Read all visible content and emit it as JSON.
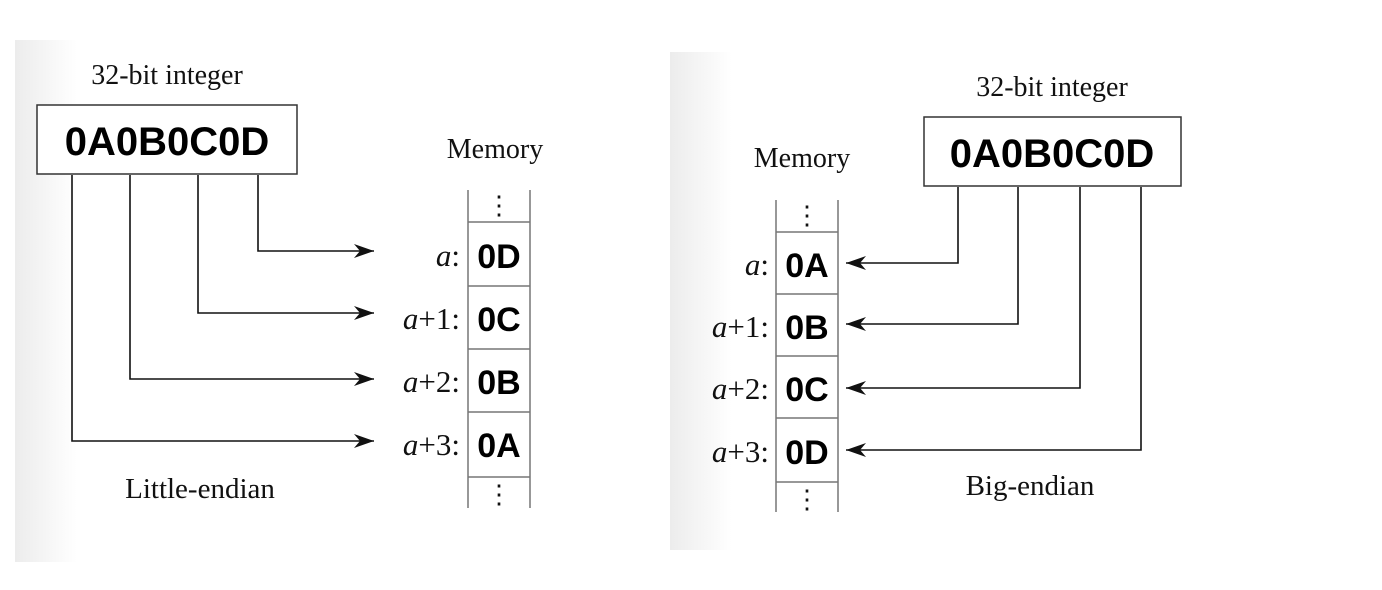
{
  "panels": [
    {
      "id": "little",
      "int_label": "32-bit integer",
      "int_value": "0A0B0C0D",
      "memory_label": "Memory",
      "cells": [
        {
          "addr_var": "a",
          "addr_suffix": ":",
          "value": "0D"
        },
        {
          "addr_var": "a",
          "addr_suffix": "+1:",
          "value": "0C"
        },
        {
          "addr_var": "a",
          "addr_suffix": "+2:",
          "value": "0B"
        },
        {
          "addr_var": "a",
          "addr_suffix": "+3:",
          "value": "0A"
        }
      ],
      "ellipsis": "⋮",
      "caption": "Little-endian"
    },
    {
      "id": "big",
      "int_label": "32-bit integer",
      "int_value": "0A0B0C0D",
      "memory_label": "Memory",
      "cells": [
        {
          "addr_var": "a",
          "addr_suffix": ":",
          "value": "0A"
        },
        {
          "addr_var": "a",
          "addr_suffix": "+1:",
          "value": "0B"
        },
        {
          "addr_var": "a",
          "addr_suffix": "+2:",
          "value": "0C"
        },
        {
          "addr_var": "a",
          "addr_suffix": "+3:",
          "value": "0D"
        }
      ],
      "ellipsis": "⋮",
      "caption": "Big-endian"
    }
  ]
}
